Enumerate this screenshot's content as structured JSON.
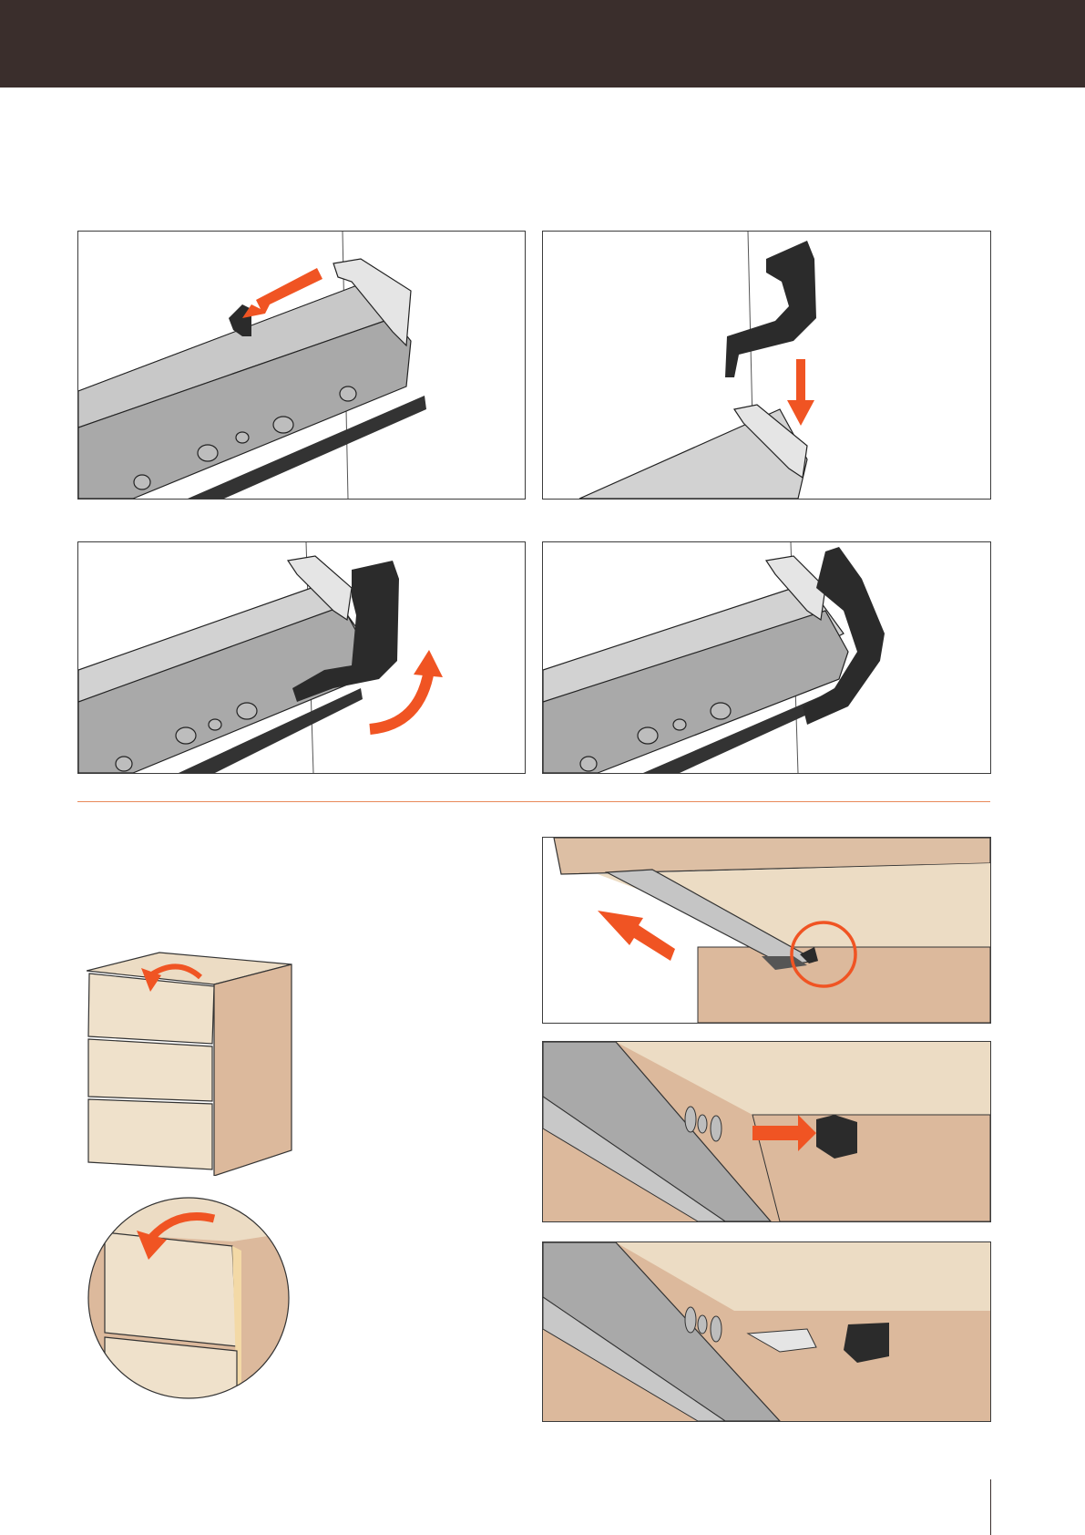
{
  "colors": {
    "header": "#3a2e2c",
    "accent_arrow": "#f05423",
    "divider": "#e98a5a",
    "wood_light": "#ecdcc4",
    "wood_side": "#dcb99c",
    "rail_grey": "#b8b8b8",
    "clip_black": "#2b2b2b"
  },
  "figures": {
    "step1": {
      "icon": "rail-with-small-clip",
      "arrow": "left-arrow"
    },
    "step2": {
      "icon": "rail-with-bracket-above",
      "arrow": "down-arrow"
    },
    "step3": {
      "icon": "rail-bracket-rotate",
      "arrow": "curved-up-arrow"
    },
    "step4": {
      "icon": "rail-bracket-mounted"
    },
    "cabinet": {
      "icon": "drawer-cabinet",
      "arrow": "curved-arrow"
    },
    "detail": {
      "icon": "drawer-detail-magnified",
      "arrow": "curved-arrow"
    },
    "under1": {
      "icon": "drawer-underside-clip-highlight",
      "arrow": "diagonal-arrow"
    },
    "under2": {
      "icon": "clip-slide-in",
      "arrow": "right-arrow"
    },
    "under3": {
      "icon": "clip-engaged"
    }
  }
}
